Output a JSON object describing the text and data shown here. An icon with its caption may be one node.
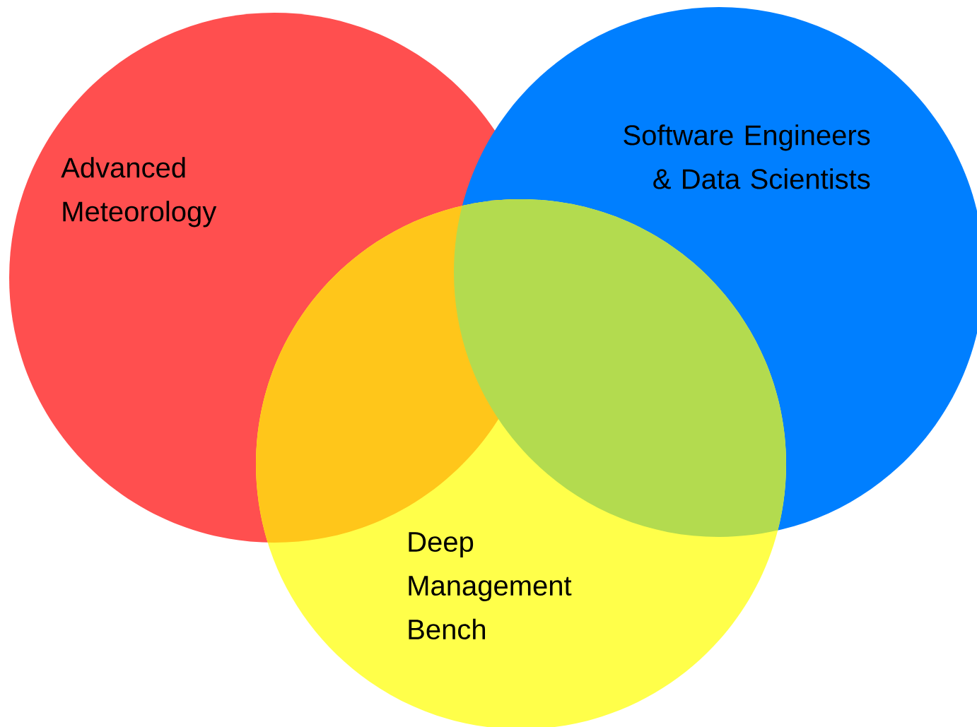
{
  "diagram": {
    "nodes": [
      {
        "text": [
          "Advanced Meteorology"
        ]
      },
      {
        "text": [
          "Software Engineers & Data Scientists"
        ]
      },
      {
        "text": [
          "Deep Management Bench"
        ]
      }
    ]
  }
}
